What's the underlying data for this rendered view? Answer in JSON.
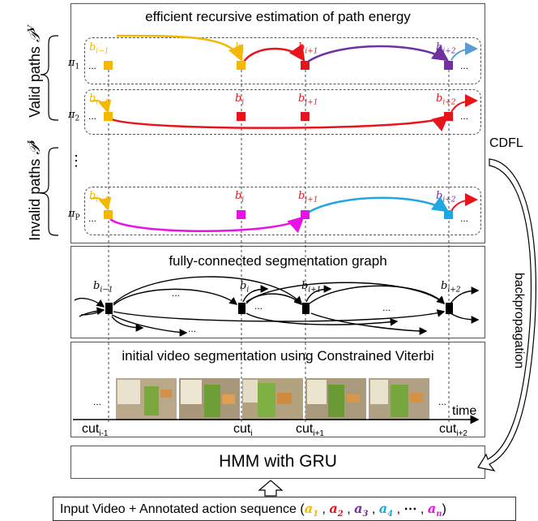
{
  "top_panel": {
    "title": "efficient recursive estimation of path energy"
  },
  "side": {
    "valid_label": "Valid paths",
    "valid_symbol": "𝒫",
    "valid_sup": "V",
    "invalid_label": "Invalid paths",
    "invalid_symbol": "𝒫",
    "invalid_sup": "I",
    "vdots": "⋮"
  },
  "paths": {
    "pi1": {
      "name": "π",
      "sub": "1"
    },
    "pi2": {
      "name": "π",
      "sub": "2"
    },
    "piP": {
      "name": "π",
      "sub": "P"
    },
    "ellipsis": "..."
  },
  "b_labels": {
    "base": "b",
    "prev": "i−1",
    "cur": "i",
    "next": "i+1",
    "next2": "i+2"
  },
  "graph_panel": {
    "title": "fully-connected segmentation graph",
    "ellipsis": "..."
  },
  "video_panel": {
    "title": "initial video segmentation using Constrained Viterbi",
    "time_label": "time",
    "ellipsis": "...",
    "cuts": [
      {
        "base": "cut",
        "sub": "i-1"
      },
      {
        "base": "cut",
        "sub": "i"
      },
      {
        "base": "cut",
        "sub": "i+1"
      },
      {
        "base": "cut",
        "sub": "i+2"
      }
    ]
  },
  "hmm": {
    "label": "HMM with GRU"
  },
  "right": {
    "cdfl": "CDFL",
    "backprop": "backpropagation"
  },
  "input": {
    "prefix": "Input Video + Annotated action sequence (",
    "actions": [
      {
        "base": "a",
        "sub": "1",
        "color": "#f5b800"
      },
      {
        "base": "a",
        "sub": "2",
        "color": "#e8141c"
      },
      {
        "base": "a",
        "sub": "3",
        "color": "#7030a0"
      },
      {
        "base": "a",
        "sub": "4",
        "color": "#1ea7e1"
      },
      {
        "base": "⋯",
        "sub": "",
        "color": "#000000"
      },
      {
        "base": "a",
        "sub": "n",
        "color": "#e812e8"
      }
    ],
    "suffix": ")"
  },
  "colors": {
    "yellow": "#f5b800",
    "red": "#e8141c",
    "purple": "#7030a0",
    "blue": "#1ea7e1",
    "magenta": "#e812e8",
    "steelblue": "#5b9bd5"
  }
}
